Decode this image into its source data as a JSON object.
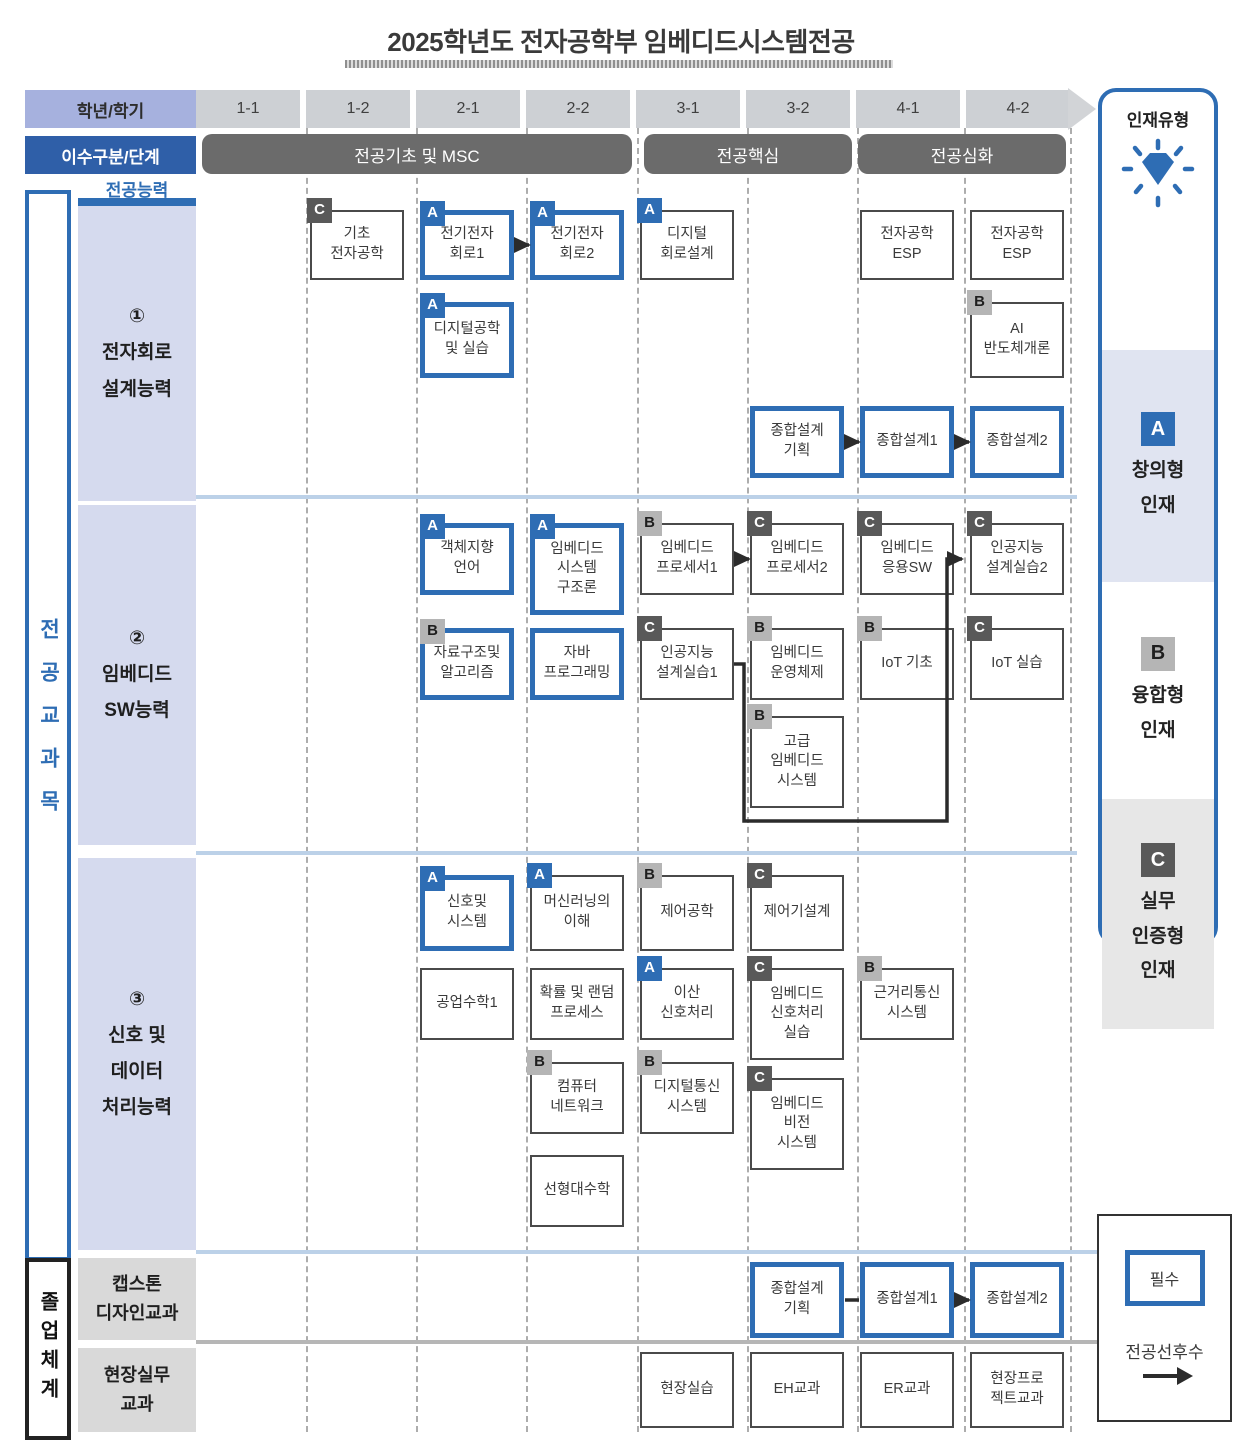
{
  "title": "2025학년도 전자공학부 임베디드시스템전공",
  "header": {
    "row1_label": "학년/학기",
    "semesters": [
      "1-1",
      "1-2",
      "2-1",
      "2-2",
      "3-1",
      "3-2",
      "4-1",
      "4-2"
    ],
    "row2_label": "이수구분/단계",
    "stages": [
      {
        "label": "전공기초 및 MSC",
        "cols": [
          "1-1",
          "2-2"
        ]
      },
      {
        "label": "전공핵심",
        "cols": [
          "3-1",
          "3-2"
        ]
      },
      {
        "label": "전공심화",
        "cols": [
          "4-1",
          "4-2"
        ]
      }
    ]
  },
  "sidebar": {
    "major_label": "전공교과목",
    "graduation_label": "졸업체계",
    "competency_header": "전공능력",
    "sections": [
      {
        "id": "s1",
        "num": "①",
        "lines": [
          "전자회로",
          "설계능력"
        ]
      },
      {
        "id": "s2",
        "num": "②",
        "lines": [
          "임베디드",
          "SW능력"
        ]
      },
      {
        "id": "s3",
        "num": "③",
        "lines": [
          "신호 및",
          "데이터",
          "처리능력"
        ]
      }
    ],
    "grad_rows": [
      {
        "id": "capstone",
        "lines": [
          "캡스톤",
          "디자인교과"
        ]
      },
      {
        "id": "field",
        "lines": [
          "현장실무",
          "교과"
        ]
      }
    ]
  },
  "talent_legend": {
    "title": "인재유형",
    "icon": "diamond-icon",
    "types": [
      {
        "badge": "A",
        "lines": [
          "창의형",
          "인재"
        ]
      },
      {
        "badge": "B",
        "lines": [
          "융합형",
          "인재"
        ]
      },
      {
        "badge": "C",
        "lines": [
          "실무",
          "인증형",
          "인재"
        ]
      }
    ]
  },
  "key_legend": {
    "required_label": "필수",
    "prereq_label": "전공선후수"
  },
  "colors": {
    "accent_blue": "#2e6db4",
    "header_blue": "#2f5fa8",
    "periwinkle": "#a6b1de",
    "cell_gray": "#cdd0d4",
    "stage_gray": "#6b6b6b",
    "section_lavender": "#d5daee",
    "row_label_gray": "#d9d9d9",
    "badge_b_gray": "#b5b5b5",
    "badge_c_gray": "#595959",
    "divider_blue": "#bcd1e8",
    "divider_gray": "#b6b6b6",
    "connector_dark": "#2b2b2b"
  },
  "courses": [
    {
      "id": "c01",
      "name_lines": [
        "기초",
        "전자공학"
      ],
      "semester": "1-2",
      "section": "s1",
      "row": 0,
      "badge": "C",
      "required": false
    },
    {
      "id": "c02",
      "name_lines": [
        "전기전자",
        "회로1"
      ],
      "semester": "2-1",
      "section": "s1",
      "row": 0,
      "badge": "A",
      "required": true
    },
    {
      "id": "c03",
      "name_lines": [
        "전기전자",
        "회로2"
      ],
      "semester": "2-2",
      "section": "s1",
      "row": 0,
      "badge": "A",
      "required": true
    },
    {
      "id": "c04",
      "name_lines": [
        "디지털",
        "회로설계"
      ],
      "semester": "3-1",
      "section": "s1",
      "row": 0,
      "badge": "A",
      "required": false
    },
    {
      "id": "c05",
      "name_lines": [
        "전자공학",
        "ESP"
      ],
      "semester": "4-1",
      "section": "s1",
      "row": 0,
      "badge": null,
      "required": false
    },
    {
      "id": "c06",
      "name_lines": [
        "전자공학",
        "ESP"
      ],
      "semester": "4-2",
      "section": "s1",
      "row": 0,
      "badge": null,
      "required": false
    },
    {
      "id": "c07",
      "name_lines": [
        "디지털공학",
        "및 실습"
      ],
      "semester": "2-1",
      "section": "s1",
      "row": 1,
      "badge": "A",
      "required": true
    },
    {
      "id": "c08",
      "name_lines": [
        "AI",
        "반도체개론"
      ],
      "semester": "4-2",
      "section": "s1",
      "row": 1,
      "badge": "B",
      "required": false
    },
    {
      "id": "c09",
      "name_lines": [
        "종합설계",
        "기획"
      ],
      "semester": "3-2",
      "section": "s1",
      "row": 2,
      "badge": null,
      "required": true
    },
    {
      "id": "c10",
      "name_lines": [
        "종합설계1"
      ],
      "semester": "4-1",
      "section": "s1",
      "row": 2,
      "badge": null,
      "required": true
    },
    {
      "id": "c11",
      "name_lines": [
        "종합설계2"
      ],
      "semester": "4-2",
      "section": "s1",
      "row": 2,
      "badge": null,
      "required": true
    },
    {
      "id": "c12",
      "name_lines": [
        "객체지향",
        "언어"
      ],
      "semester": "2-1",
      "section": "s2",
      "row": 0,
      "badge": "A",
      "required": true
    },
    {
      "id": "c13",
      "name_lines": [
        "임베디드",
        "시스템",
        "구조론"
      ],
      "semester": "2-2",
      "section": "s2",
      "row": 0,
      "badge": "A",
      "required": true
    },
    {
      "id": "c14",
      "name_lines": [
        "임베디드",
        "프로세서1"
      ],
      "semester": "3-1",
      "section": "s2",
      "row": 0,
      "badge": "B",
      "required": false
    },
    {
      "id": "c15",
      "name_lines": [
        "임베디드",
        "프로세서2"
      ],
      "semester": "3-2",
      "section": "s2",
      "row": 0,
      "badge": "C",
      "required": false
    },
    {
      "id": "c16",
      "name_lines": [
        "임베디드",
        "응용SW"
      ],
      "semester": "4-1",
      "section": "s2",
      "row": 0,
      "badge": "C",
      "required": false
    },
    {
      "id": "c17",
      "name_lines": [
        "인공지능",
        "설계실습2"
      ],
      "semester": "4-2",
      "section": "s2",
      "row": 0,
      "badge": "C",
      "required": false
    },
    {
      "id": "c18",
      "name_lines": [
        "자료구조및",
        "알고리즘"
      ],
      "semester": "2-1",
      "section": "s2",
      "row": 1,
      "badge": "B",
      "required": true
    },
    {
      "id": "c19",
      "name_lines": [
        "자바",
        "프로그래밍"
      ],
      "semester": "2-2",
      "section": "s2",
      "row": 1,
      "badge": null,
      "required": true
    },
    {
      "id": "c20",
      "name_lines": [
        "인공지능",
        "설계실습1"
      ],
      "semester": "3-1",
      "section": "s2",
      "row": 1,
      "badge": "C",
      "required": false
    },
    {
      "id": "c21",
      "name_lines": [
        "임베디드",
        "운영체제"
      ],
      "semester": "3-2",
      "section": "s2",
      "row": 1,
      "badge": "B",
      "required": false
    },
    {
      "id": "c22",
      "name_lines": [
        "IoT 기초"
      ],
      "semester": "4-1",
      "section": "s2",
      "row": 1,
      "badge": "B",
      "required": false
    },
    {
      "id": "c23",
      "name_lines": [
        "IoT 실습"
      ],
      "semester": "4-2",
      "section": "s2",
      "row": 1,
      "badge": "C",
      "required": false
    },
    {
      "id": "c24",
      "name_lines": [
        "고급",
        "임베디드",
        "시스템"
      ],
      "semester": "3-2",
      "section": "s2",
      "row": 2,
      "badge": "B",
      "required": false
    },
    {
      "id": "c25",
      "name_lines": [
        "신호및",
        "시스템"
      ],
      "semester": "2-1",
      "section": "s3",
      "row": 0,
      "badge": "A",
      "required": true
    },
    {
      "id": "c26",
      "name_lines": [
        "머신러닝의",
        "이해"
      ],
      "semester": "2-2",
      "section": "s3",
      "row": 0,
      "badge": "A",
      "required": false
    },
    {
      "id": "c27",
      "name_lines": [
        "제어공학"
      ],
      "semester": "3-1",
      "section": "s3",
      "row": 0,
      "badge": "B",
      "required": false
    },
    {
      "id": "c28",
      "name_lines": [
        "제어기설계"
      ],
      "semester": "3-2",
      "section": "s3",
      "row": 0,
      "badge": "C",
      "required": false
    },
    {
      "id": "c29",
      "name_lines": [
        "공업수학1"
      ],
      "semester": "2-1",
      "section": "s3",
      "row": 1,
      "badge": null,
      "required": false
    },
    {
      "id": "c30",
      "name_lines": [
        "확률 및 랜덤",
        "프로세스"
      ],
      "semester": "2-2",
      "section": "s3",
      "row": 1,
      "badge": null,
      "required": false
    },
    {
      "id": "c31",
      "name_lines": [
        "이산",
        "신호처리"
      ],
      "semester": "3-1",
      "section": "s3",
      "row": 1,
      "badge": "A",
      "required": false
    },
    {
      "id": "c32",
      "name_lines": [
        "임베디드",
        "신호처리",
        "실습"
      ],
      "semester": "3-2",
      "section": "s3",
      "row": 1,
      "badge": "C",
      "required": false
    },
    {
      "id": "c33",
      "name_lines": [
        "근거리통신",
        "시스템"
      ],
      "semester": "4-1",
      "section": "s3",
      "row": 1,
      "badge": "B",
      "required": false
    },
    {
      "id": "c34",
      "name_lines": [
        "컴퓨터",
        "네트워크"
      ],
      "semester": "2-2",
      "section": "s3",
      "row": 2,
      "badge": "B",
      "required": false
    },
    {
      "id": "c35",
      "name_lines": [
        "디지털통신",
        "시스템"
      ],
      "semester": "3-1",
      "section": "s3",
      "row": 2,
      "badge": "B",
      "required": false
    },
    {
      "id": "c36",
      "name_lines": [
        "임베디드",
        "비전",
        "시스템"
      ],
      "semester": "3-2",
      "section": "s3",
      "row": 2,
      "badge": "C",
      "required": false
    },
    {
      "id": "c37",
      "name_lines": [
        "선형대수학"
      ],
      "semester": "2-2",
      "section": "s3",
      "row": 3,
      "badge": null,
      "required": false
    },
    {
      "id": "c38",
      "name_lines": [
        "종합설계",
        "기획"
      ],
      "semester": "3-2",
      "section": "capstone",
      "row": 0,
      "badge": null,
      "required": true
    },
    {
      "id": "c39",
      "name_lines": [
        "종합설계1"
      ],
      "semester": "4-1",
      "section": "capstone",
      "row": 0,
      "badge": null,
      "required": true
    },
    {
      "id": "c40",
      "name_lines": [
        "종합설계2"
      ],
      "semester": "4-2",
      "section": "capstone",
      "row": 0,
      "badge": null,
      "required": true
    },
    {
      "id": "c41",
      "name_lines": [
        "현장실습"
      ],
      "semester": "3-1",
      "section": "field",
      "row": 0,
      "badge": null,
      "required": false
    },
    {
      "id": "c42",
      "name_lines": [
        "EH교과"
      ],
      "semester": "3-2",
      "section": "field",
      "row": 0,
      "badge": null,
      "required": false
    },
    {
      "id": "c43",
      "name_lines": [
        "ER교과"
      ],
      "semester": "4-1",
      "section": "field",
      "row": 0,
      "badge": null,
      "required": false
    },
    {
      "id": "c44",
      "name_lines": [
        "현장프로",
        "젝트교과"
      ],
      "semester": "4-2",
      "section": "field",
      "row": 0,
      "badge": null,
      "required": false
    }
  ],
  "connectors": [
    {
      "from": "c02",
      "to": "c03",
      "style": "arrow"
    },
    {
      "from": "c09",
      "to": "c10",
      "style": "arrow"
    },
    {
      "from": "c10",
      "to": "c11",
      "style": "arrow"
    },
    {
      "from": "c14",
      "to": "c15",
      "style": "arrow"
    },
    {
      "from": "c20",
      "to": "c17",
      "style": "routed-arrow"
    },
    {
      "from": "c38",
      "to": "c39",
      "style": "line"
    },
    {
      "from": "c39",
      "to": "c40",
      "style": "arrow"
    }
  ]
}
